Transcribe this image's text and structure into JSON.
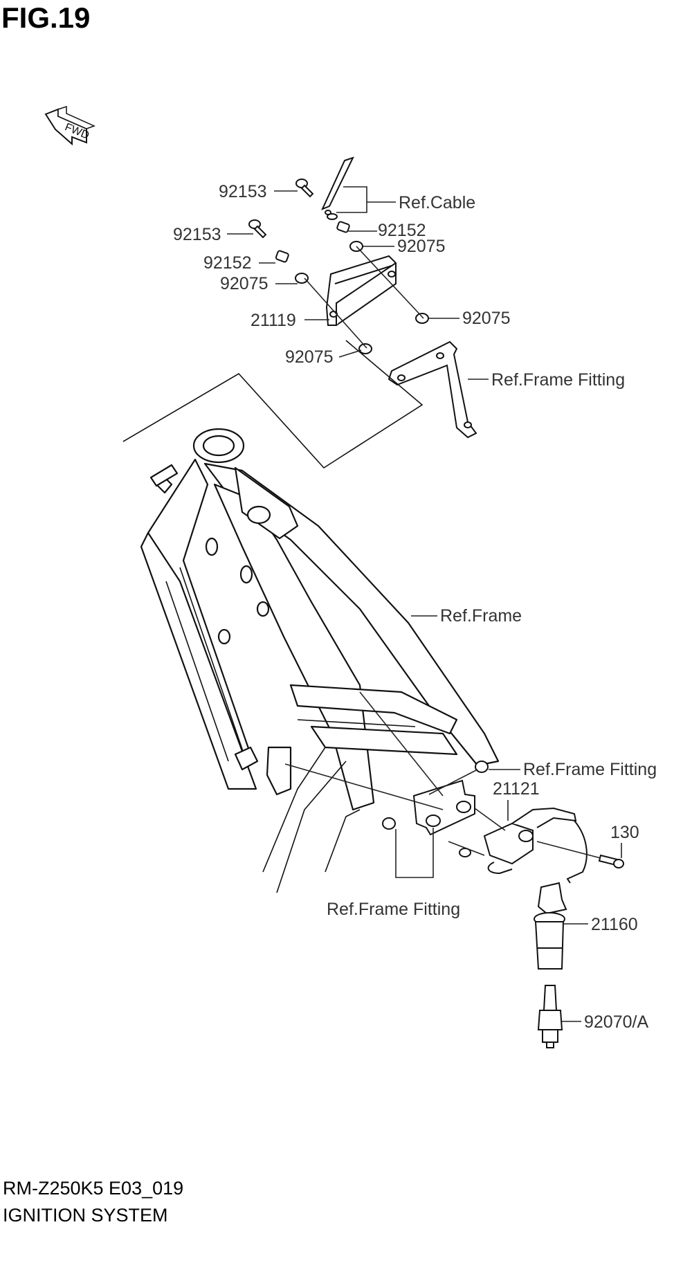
{
  "figure": {
    "title": "FIG.19"
  },
  "fwd_arrow": {
    "text": "FWD",
    "icon": "fwd-arrow-icon"
  },
  "callouts": {
    "c_92153_a": "92153",
    "c_ref_cable": "Ref.Cable",
    "c_92153_b": "92153",
    "c_92152_a": "92152",
    "c_92152_b": "92152",
    "c_92075_a": "92075",
    "c_92075_b": "92075",
    "c_21119": "21119",
    "c_92075_c": "92075",
    "c_92075_d": "92075",
    "c_ref_frame_fitting_a": "Ref.Frame Fitting",
    "c_ref_frame": "Ref.Frame",
    "c_ref_frame_fitting_b": "Ref.Frame Fitting",
    "c_21121": "21121",
    "c_130": "130",
    "c_ref_frame_fitting_c": "Ref.Frame Fitting",
    "c_21160": "21160",
    "c_92070a": "92070/A"
  },
  "footer": {
    "model_code": "RM-Z250K5 E03_019",
    "section_name": "IGNITION SYSTEM"
  }
}
